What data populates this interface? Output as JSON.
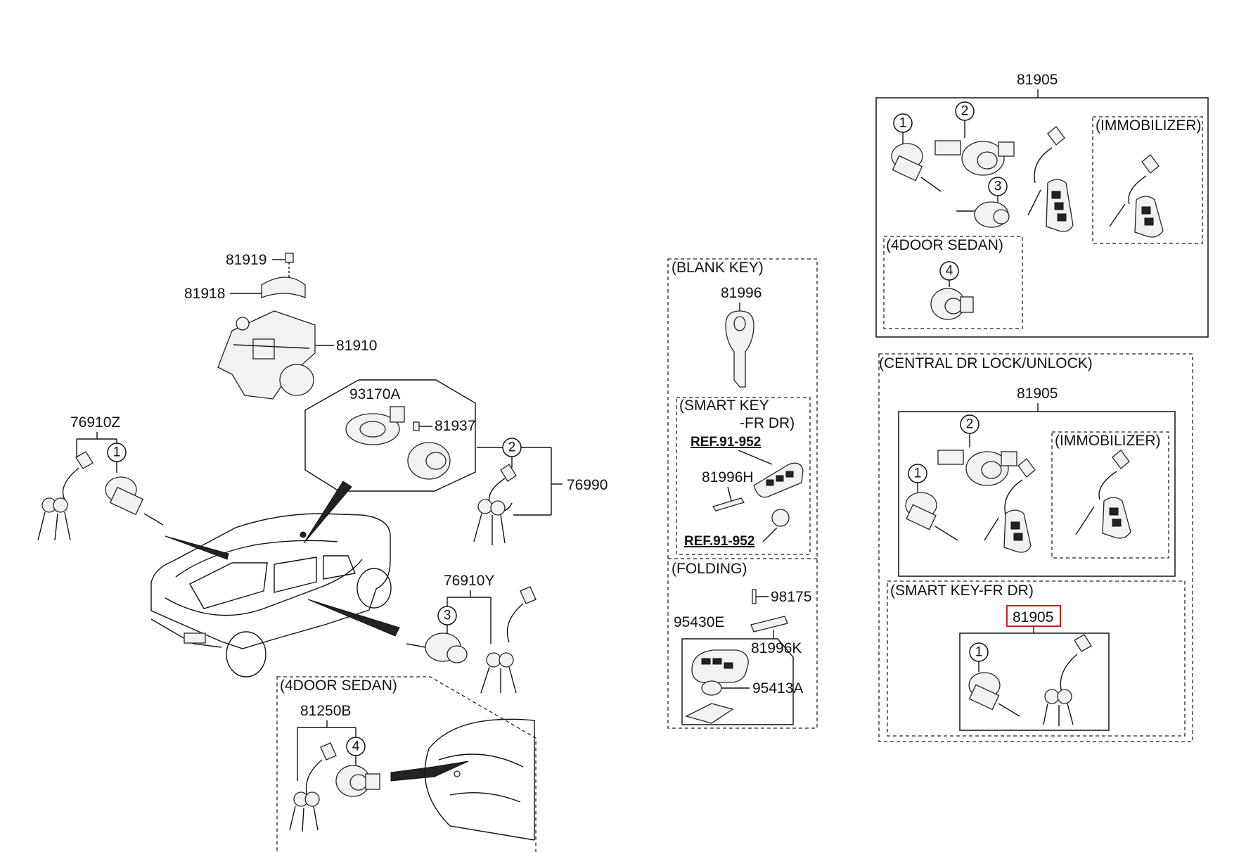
{
  "sections": {
    "blank_key": "(BLANK KEY)",
    "smart_key_line1": "(SMART KEY",
    "smart_key_line2": "-FR DR)",
    "folding": "(FOLDING)",
    "immobilizer": "(IMMOBILIZER)",
    "four_door_sedan": "(4DOOR SEDAN)",
    "central_dr_lock": "(CENTRAL DR LOCK/UNLOCK)",
    "smart_key_fr_dr": "(SMART KEY-FR DR)"
  },
  "part_numbers": {
    "p81919": "81919",
    "p81918": "81918",
    "p81910": "81910",
    "p93170A": "93170A",
    "p81937": "81937",
    "p76990": "76990",
    "p76910Z": "76910Z",
    "p76910Y": "76910Y",
    "p81250B": "81250B",
    "p81996": "81996",
    "p81996H": "81996H",
    "p98175": "98175",
    "p95430E": "95430E",
    "p81996K": "81996K",
    "p95413A": "95413A",
    "p81905": "81905"
  },
  "references": {
    "ref1": "REF.91-952",
    "ref2": "REF.91-952"
  },
  "callouts": {
    "c1": "1",
    "c2": "2",
    "c3": "3",
    "c4": "4"
  },
  "colors": {
    "highlight": "#d81e1e",
    "line": "#111111"
  }
}
